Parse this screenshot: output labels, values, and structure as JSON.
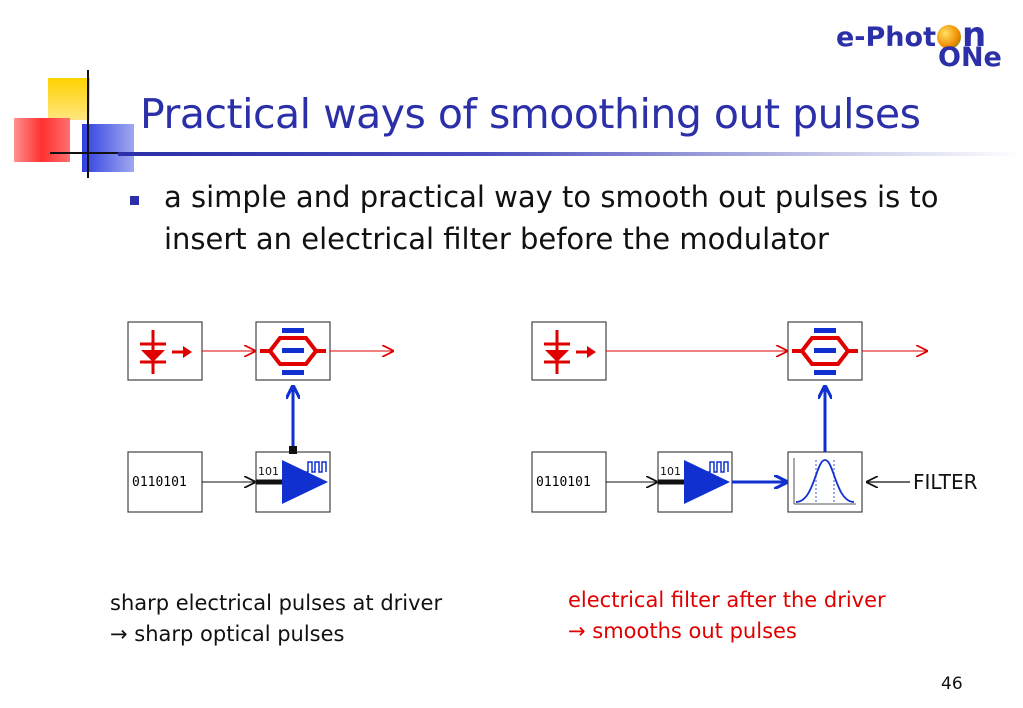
{
  "slide": {
    "title": "Practical ways of smoothing out pulses",
    "bullet": "a simple and practical way to smooth out pulses is to insert an electrical filter before the modulator",
    "page_number": "46"
  },
  "logo": {
    "line1": "e-Phot",
    "line1_suffix": "n",
    "line2": "ONe"
  },
  "diagram_left": {
    "binary_data": "0110101",
    "driver_label": "101",
    "caption_line1": "sharp electrical pulses at driver",
    "caption_line2": "→ sharp optical pulses"
  },
  "diagram_right": {
    "binary_data": "0110101",
    "driver_label": "101",
    "filter_label": "FILTER",
    "caption_line1": "electrical filter after the driver",
    "caption_line2": "→ smooths out pulses"
  },
  "colors": {
    "title": "#2b2fa8",
    "optical": "#e00000",
    "electrical": "#1030d0",
    "deco_yellow": "#ffd200",
    "deco_red": "#ff3030",
    "deco_blue": "#3040e0"
  }
}
